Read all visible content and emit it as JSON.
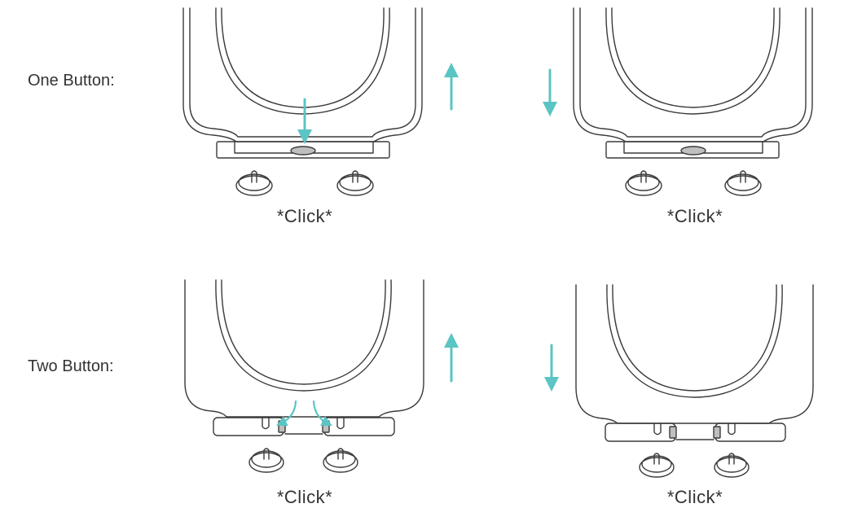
{
  "rows": [
    {
      "label": "One Button:"
    },
    {
      "label": "Two Button:"
    }
  ],
  "click_text": "*Click*",
  "colors": {
    "accent": "#5bc4c4",
    "line": "#3a3a3a",
    "button_fill": "#bfbfbf"
  },
  "icons": [
    "arrow-up-icon",
    "arrow-down-icon",
    "press-arrow-icon",
    "hinge-post-icon"
  ]
}
